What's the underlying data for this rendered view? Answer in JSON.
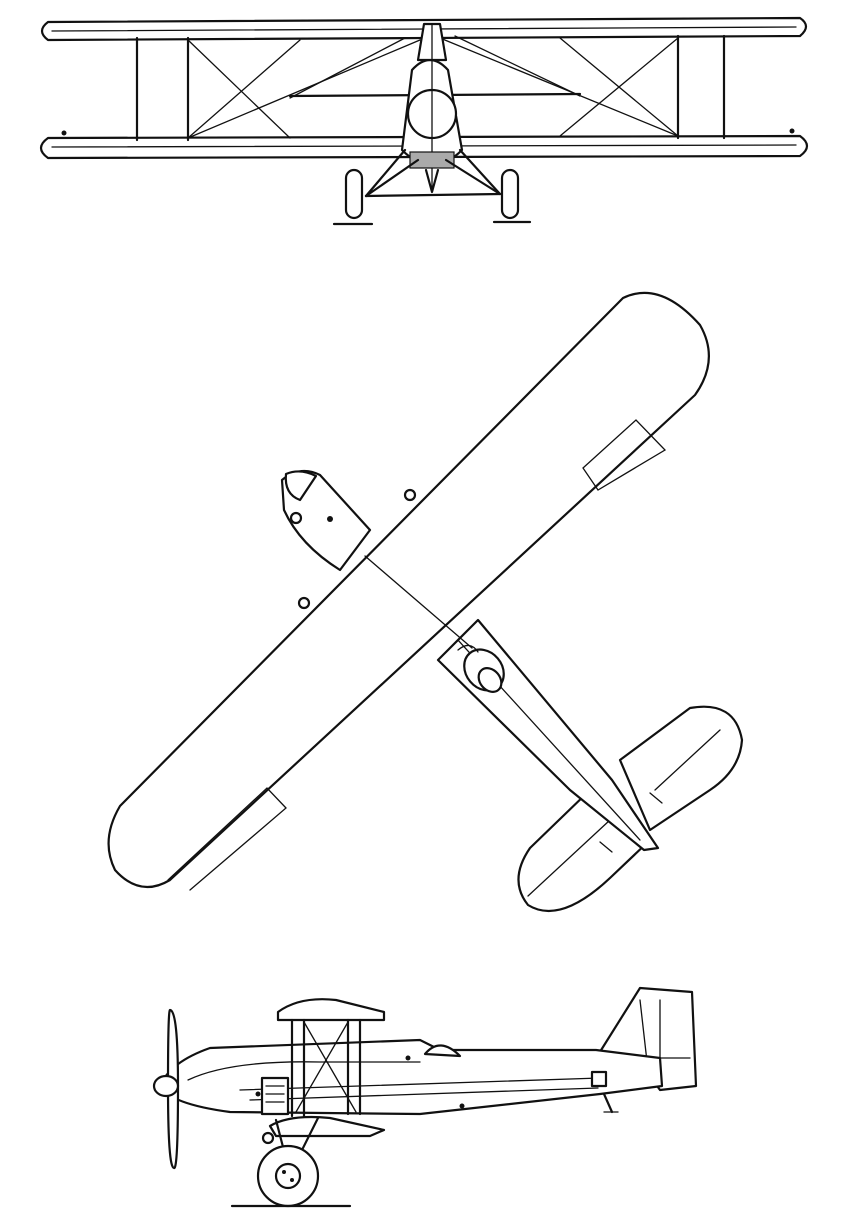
{
  "image": {
    "subject": "biplane",
    "views": [
      {
        "id": "front",
        "label": ""
      },
      {
        "id": "top",
        "label": ""
      },
      {
        "id": "side",
        "label": ""
      }
    ],
    "colors": {
      "line": "#111111",
      "background": "#ffffff"
    }
  }
}
